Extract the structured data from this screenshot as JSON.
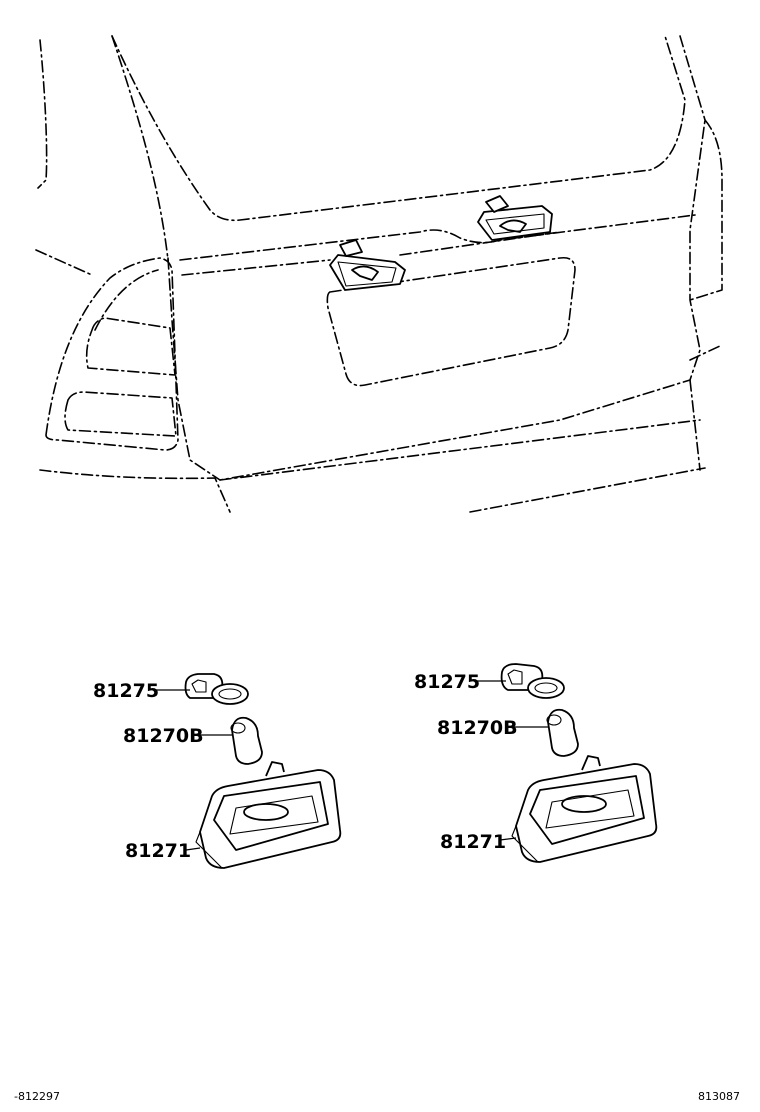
{
  "left_assembly": {
    "socket_part_no": "81275",
    "bulb_part_no": "81270B",
    "lamp_part_no": "81271"
  },
  "right_assembly": {
    "socket_part_no": "81275",
    "bulb_part_no": "81270B",
    "lamp_part_no": "81271"
  },
  "footer": {
    "left_code": "-812297",
    "right_code": "813087"
  }
}
